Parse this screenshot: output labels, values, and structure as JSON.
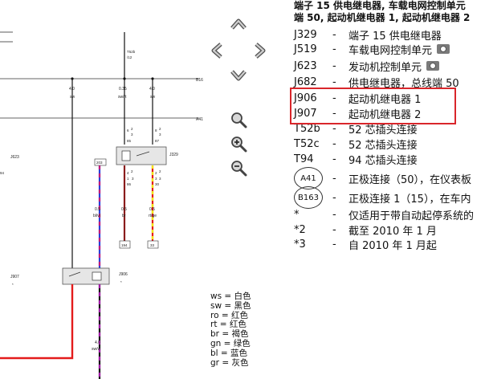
{
  "legend": {
    "title_line1": "端子 15 供电继电器, 车载电网控制单元",
    "title_line2": "端 50, 起动机继电器 1, 起动机继电器 2",
    "rows": [
      {
        "code": "J329",
        "dash": "-",
        "desc": "端子 15 供电继电器",
        "camera": false
      },
      {
        "code": "J519",
        "dash": "-",
        "desc": "车载电网控制单元",
        "camera": true
      },
      {
        "code": "J623",
        "dash": "-",
        "desc": "发动机控制单元",
        "camera": true
      },
      {
        "code": "J682",
        "dash": "-",
        "desc": "供电继电器，总线端 50",
        "camera": false
      },
      {
        "code": "J906",
        "dash": "-",
        "desc": "起动机继电器 1",
        "camera": false
      },
      {
        "code": "J907",
        "dash": "-",
        "desc": "起动机继电器 2",
        "camera": false
      },
      {
        "code": "T52b",
        "dash": "-",
        "desc": "52 芯插头连接",
        "camera": false
      },
      {
        "code": "T52c",
        "dash": "-",
        "desc": "52 芯插头连接",
        "camera": false
      },
      {
        "code": "T94",
        "dash": "-",
        "desc": "94 芯插头连接",
        "camera": false
      }
    ],
    "circle_rows": [
      {
        "code": "A41",
        "dash": "-",
        "desc": "正极连接（50），在仪表板"
      },
      {
        "code": "B163",
        "dash": "-",
        "desc": "正极连接 1（15），在车内"
      }
    ],
    "notes": [
      {
        "code": "*",
        "dash": "-",
        "desc": "仅适用于带自动起停系统的"
      },
      {
        "code": "*2",
        "dash": "-",
        "desc": "截至 2010 年 1 月"
      },
      {
        "code": "*3",
        "dash": "-",
        "desc": "自 2010 年 1 月起"
      }
    ]
  },
  "colors": [
    "ws = 白色",
    "sw = 黑色",
    "ro = 红色",
    "rt = 红色",
    "br = 褐色",
    "gn = 绿色",
    "bl = 蓝色",
    "gr = 灰色"
  ],
  "diagram": {
    "wire_ws_top": "T52b",
    "wire_ws_top2": "/12",
    "w1_size": "4.0",
    "w1_color": "sw",
    "w2_size": "0.35",
    "w2_color": "sw/rt",
    "w3_size": "4.0",
    "w3_color": "sw",
    "bus_b16": "B16",
    "bus_a41": "A41",
    "j623": "J623",
    "t94": "94",
    "t_203": "203",
    "j329": "J329",
    "pin_6": "6",
    "pin_6b": "2",
    "pin_6c": "3",
    "pin_85": "85",
    "pin_8": "8",
    "pin_8b": "2",
    "pin_8c": "3",
    "pin_87": "87",
    "pin_4": "4",
    "pin_4b": "2",
    "pin_1": "1",
    "pin_1b": "3",
    "pin_86": "86",
    "pin_2": "2",
    "pin_2b": "2",
    "pin_3": "3",
    "pin_3b": "3",
    "pin_30": "30",
    "w4_size": "0.5",
    "w4_color": "bl/vi",
    "w5_size": "0.5",
    "w5_color": "br",
    "w6_size": "0.5",
    "w6_color": "rt/ge",
    "g194": "194",
    "g33": "33",
    "j907": "J907",
    "j907_star": "*",
    "j906": "J906",
    "j906_star": "*",
    "w7_size": "4.0",
    "w7_color": "sw/vi"
  }
}
